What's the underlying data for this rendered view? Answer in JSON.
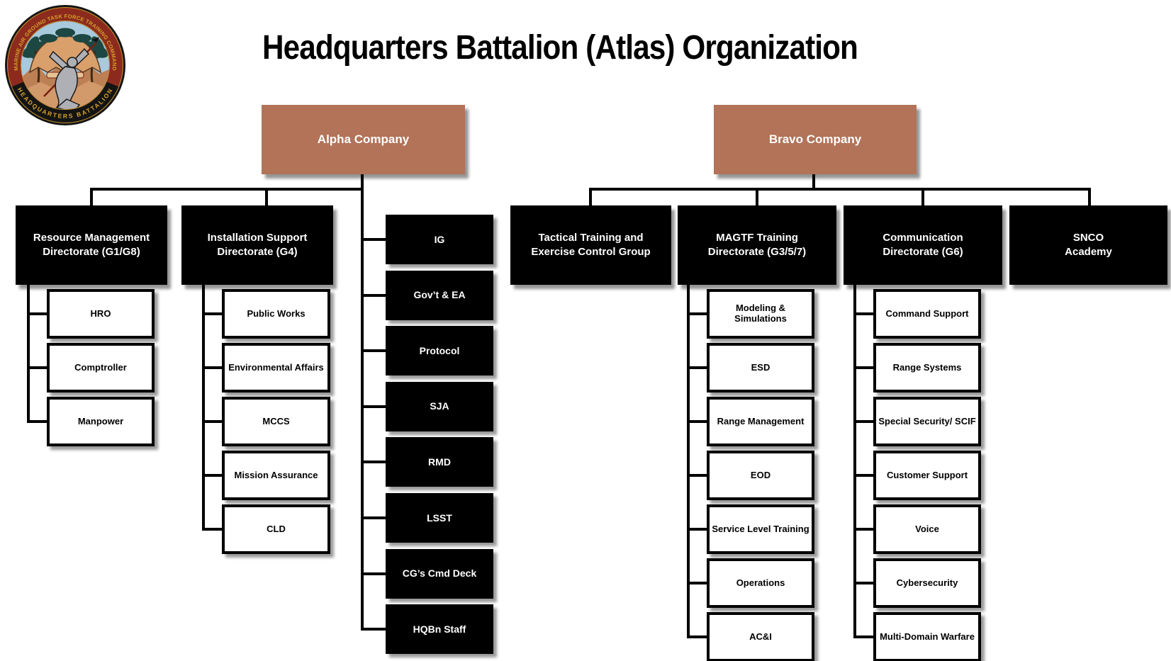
{
  "title": "Headquarters Battalion (Atlas) Organization",
  "logo": {
    "arc_text_top": "MARINE AIR GROUND TASK FORCE TRAINING COMMAND",
    "arc_text_bottom": "HEADQUARTERS BATTALION"
  },
  "colors": {
    "company_fill": "#b27358",
    "unit_fill": "#000000",
    "sub_unit_fill": "#ffffff",
    "connector": "#000000"
  },
  "alpha": {
    "company_label": "Alpha Company",
    "directorates": [
      {
        "line1": "Resource Management",
        "line2": "Directorate (G1/G8)"
      },
      {
        "line1": "Installation Support",
        "line2": "Directorate (G4)"
      }
    ],
    "resource_management_children": [
      "HRO",
      "Comptroller",
      "Manpower"
    ],
    "installation_support_children": [
      "Public Works",
      "Environmental Affairs",
      "MCCS",
      "Mission Assurance",
      "CLD"
    ],
    "staff_sections": [
      "IG",
      "Gov’t & EA",
      "Protocol",
      "SJA",
      "RMD",
      "LSST",
      "CG’s Cmd Deck",
      "HQBn Staff"
    ]
  },
  "bravo": {
    "company_label": "Bravo Company",
    "directorates": [
      {
        "line1": "Tactical Training and",
        "line2": "Exercise Control Group"
      },
      {
        "line1": "MAGTF Training",
        "line2": "Directorate (G3/5/7)"
      },
      {
        "line1": "Communication",
        "line2": "Directorate (G6)"
      },
      {
        "line1": "SNCO",
        "line2": "Academy"
      }
    ],
    "magtf_children": [
      "Modeling & Simulations",
      "ESD",
      "Range Management",
      "EOD",
      "Service Level Training",
      "Operations",
      "AC&I"
    ],
    "communication_children": [
      "Command Support",
      "Range Systems",
      "Special Security/ SCIF",
      "Customer Support",
      "Voice",
      "Cybersecurity",
      "Multi-Domain Warfare"
    ]
  }
}
